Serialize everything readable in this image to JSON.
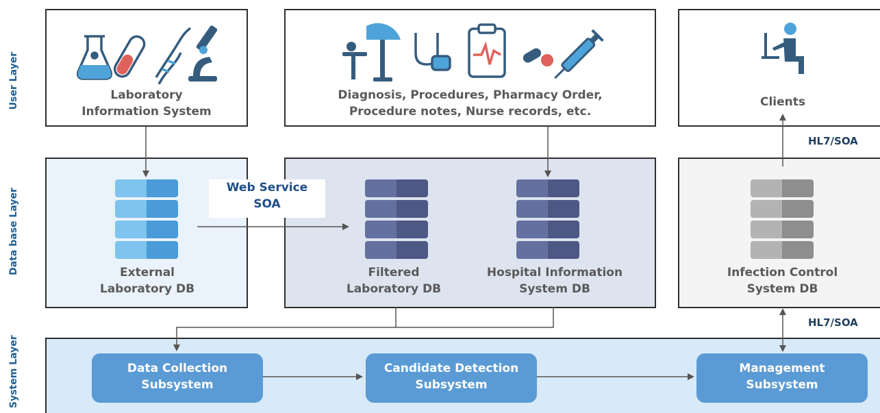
{
  "layers": {
    "user": "User Layer",
    "database": "Data base Layer",
    "system": "System Layer"
  },
  "user_layer": {
    "lab_system": {
      "line1": "Laboratory",
      "line2": "Information System",
      "icons": [
        "flask-icon",
        "test-tube-icon",
        "dna-icon",
        "microscope-icon"
      ]
    },
    "clinical": {
      "line1": "Diagnosis, Procedures, Pharmacy Order,",
      "line2": "Procedure notes, Nurse records, etc.",
      "icons": [
        "surgery-lamp-icon",
        "stethoscope-icon",
        "clipboard-ecg-icon",
        "pills-icon",
        "syringe-icon"
      ]
    },
    "clients": {
      "label": "Clients",
      "icons": [
        "seated-user-computer-icon"
      ]
    }
  },
  "database_layer": {
    "external_db": {
      "line1": "External",
      "line2": "Laboratory DB"
    },
    "web_service": {
      "line1": "Web Service",
      "line2": "SOA"
    },
    "filtered_db": {
      "line1": "Filtered",
      "line2": "Laboratory DB"
    },
    "his_db": {
      "line1": "Hospital Information",
      "line2": "System DB"
    },
    "ic_db": {
      "line1": "Infection Control",
      "line2": "System DB"
    }
  },
  "protocols": {
    "top": "HL7/SOA",
    "bottom": "HL7/SOA"
  },
  "system_layer": {
    "data_collection": {
      "line1": "Data Collection",
      "line2": "Subsystem"
    },
    "candidate_detection": {
      "line1": "Candidate Detection",
      "line2": "Subsystem"
    },
    "management": {
      "line1": "Management",
      "line2": "Subsystem"
    }
  },
  "colors": {
    "external_db": [
      "#7ec4ee",
      "#4a9bd8"
    ],
    "filtered_db": [
      "#6470a0",
      "#4d5884"
    ],
    "his_db": [
      "#6470a0",
      "#4d5884"
    ],
    "ic_db": [
      "#b3b3b3",
      "#8e8e8e"
    ],
    "subsystem": "#5b9bd5",
    "layer_label": "#1e5f96"
  }
}
